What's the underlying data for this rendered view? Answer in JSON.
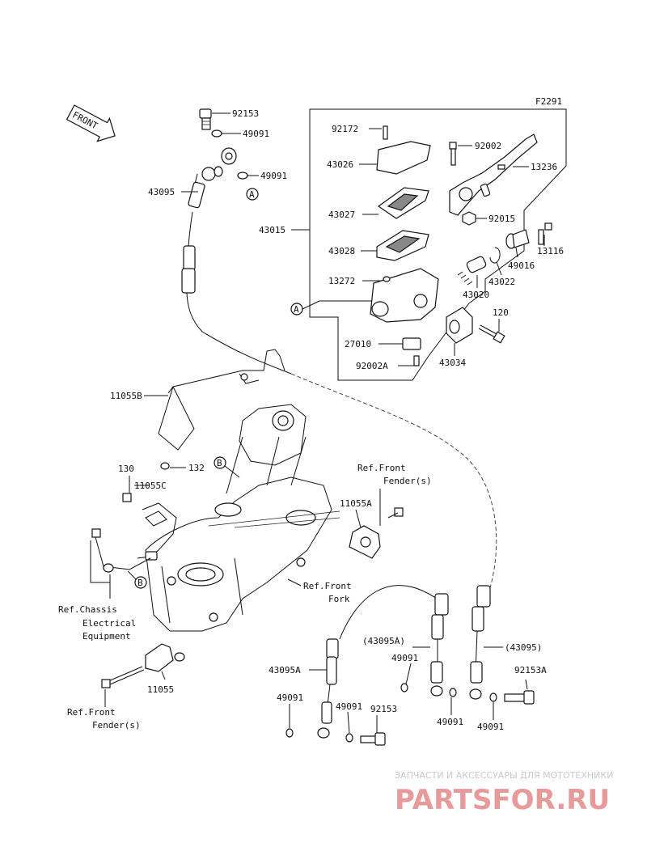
{
  "figure_code": "F2291",
  "front_arrow_label": "FRONT",
  "callouts": {
    "a": "A",
    "b": "B"
  },
  "labels": {
    "p92153": "92153",
    "p49091_top1": "49091",
    "p49091_top2": "49091",
    "p43095": "43095",
    "p92172": "92172",
    "p43026": "43026",
    "p43027": "43027",
    "p43015": "43015",
    "p43028": "43028",
    "p13272": "13272",
    "p27010": "27010",
    "p92002A": "92002A",
    "p43034": "43034",
    "p120": "120",
    "p43020": "43020",
    "p43022": "43022",
    "p49016": "49016",
    "p13116": "13116",
    "p92015": "92015",
    "p13236": "13236",
    "p92002": "92002",
    "p11055B": "11055B",
    "p130": "130",
    "p132": "132",
    "p11055C": "11055C",
    "p11055A": "11055A",
    "p11055": "11055",
    "ref_front_fender_top": [
      "Ref.Front",
      "Fender(s)"
    ],
    "ref_front_fork": [
      "Ref.Front",
      "Fork"
    ],
    "ref_chassis": [
      "Ref.Chassis",
      "Electrical",
      "Equipment"
    ],
    "ref_front_fender_bottom": [
      "Ref.Front",
      "Fender(s)"
    ],
    "p43095A": "43095A",
    "p43095A_paren": "(43095A)",
    "p43095_paren": "(43095)",
    "p92153A": "92153A",
    "p49091_b1": "49091",
    "p49091_b2": "49091",
    "p49091_b3": "49091",
    "p49091_b4": "49091",
    "p49091_b5": "49091",
    "p92153_bottom": "92153"
  },
  "watermark": {
    "line1": "ЗАПЧАСТИ И АКСЕССУАРЫ ДЛЯ МОТОТЕХНИКИ",
    "logo": "PARTSFOR.RU",
    "color": "#e89a9a"
  }
}
